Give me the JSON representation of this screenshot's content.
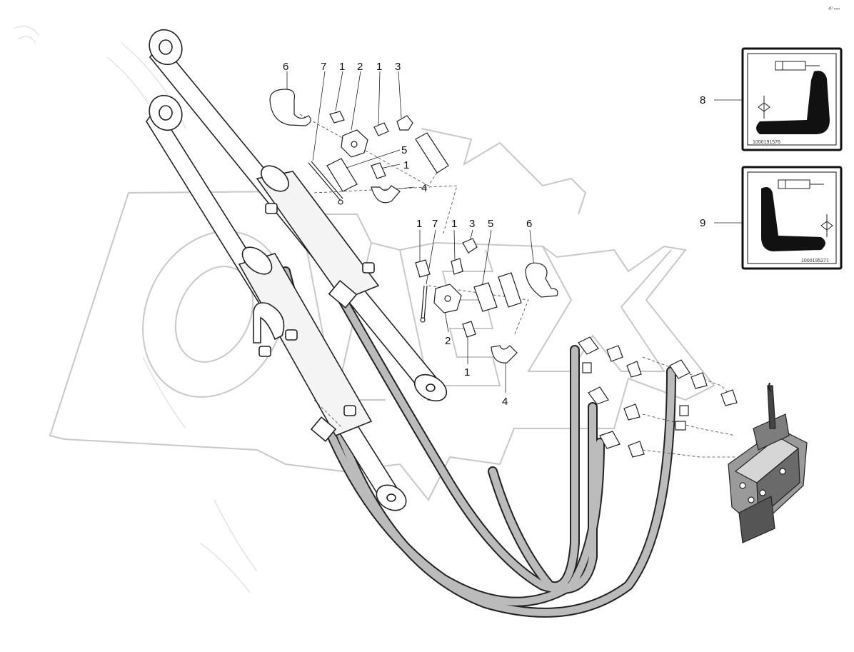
{
  "watermark": {
    "text": "OPEX"
  },
  "corner_mark": "4ᴰ ∞∞",
  "callouts": {
    "upper": [
      "6",
      "7",
      "1",
      "2",
      "1",
      "3",
      "5",
      "1",
      "4"
    ],
    "lower": [
      "1",
      "7",
      "1",
      "3",
      "5",
      "6",
      "2",
      "1",
      "4"
    ]
  },
  "decals": [
    {
      "number": "8",
      "code": "1000191576"
    },
    {
      "number": "9",
      "code": "1000195271"
    }
  ],
  "colors": {
    "line": "#222222",
    "hose_fill": "#bbbbbb",
    "decal_fill": "#111111",
    "watermark_stroke": "#c8c8c8"
  }
}
